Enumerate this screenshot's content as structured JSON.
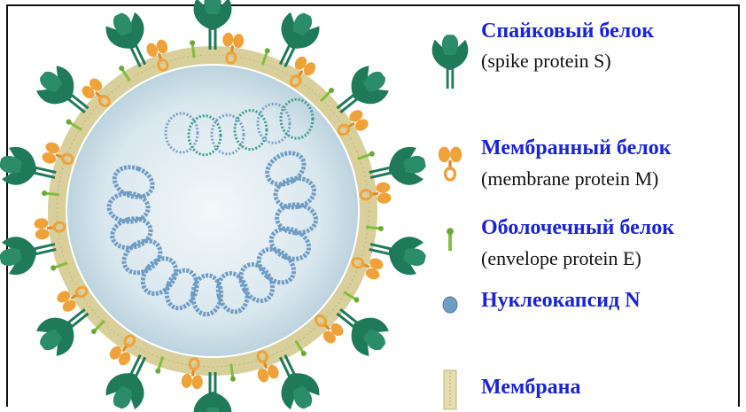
{
  "legend": [
    {
      "icon": "spike-protein-icon",
      "ru": "Спайковый белок",
      "en": "(spike protein S)"
    },
    {
      "icon": "membrane-protein-icon",
      "ru": "Мембранный белок",
      "en": "(membrane protein M)"
    },
    {
      "icon": "envelope-protein-icon",
      "ru": "Оболочечный белок",
      "en": "(envelope protein E)"
    },
    {
      "icon": "nucleocapsid-icon",
      "ru": "Нуклеокапсид N",
      "en": ""
    },
    {
      "icon": "membrane-icon",
      "ru": "Мембрана",
      "en": ""
    }
  ],
  "colors": {
    "spike": "#1f7a5a",
    "membrane_protein": "#f0a23a",
    "envelope": "#7fbf3f",
    "nucleocapsid": "#6f9cc4",
    "membrane": "#d8cf9a",
    "interior": "#dce9ef",
    "label_ru": "#1a24d6"
  }
}
